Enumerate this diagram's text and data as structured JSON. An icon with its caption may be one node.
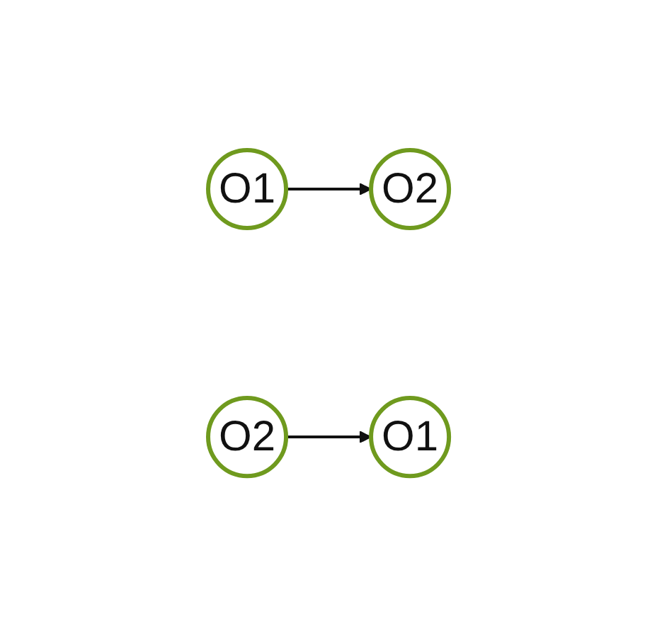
{
  "diagram": {
    "nodes": [
      {
        "text": [
          "O1"
        ]
      },
      {
        "text": [
          "O2"
        ]
      },
      {
        "text": [
          "O1"
        ]
      },
      {
        "text": [
          "O2"
        ]
      }
    ],
    "edges": [
      {
        "from": 0,
        "to": 1,
        "arrow": "to"
      },
      {
        "from": 3,
        "to": 2,
        "arrow": "to"
      }
    ]
  }
}
